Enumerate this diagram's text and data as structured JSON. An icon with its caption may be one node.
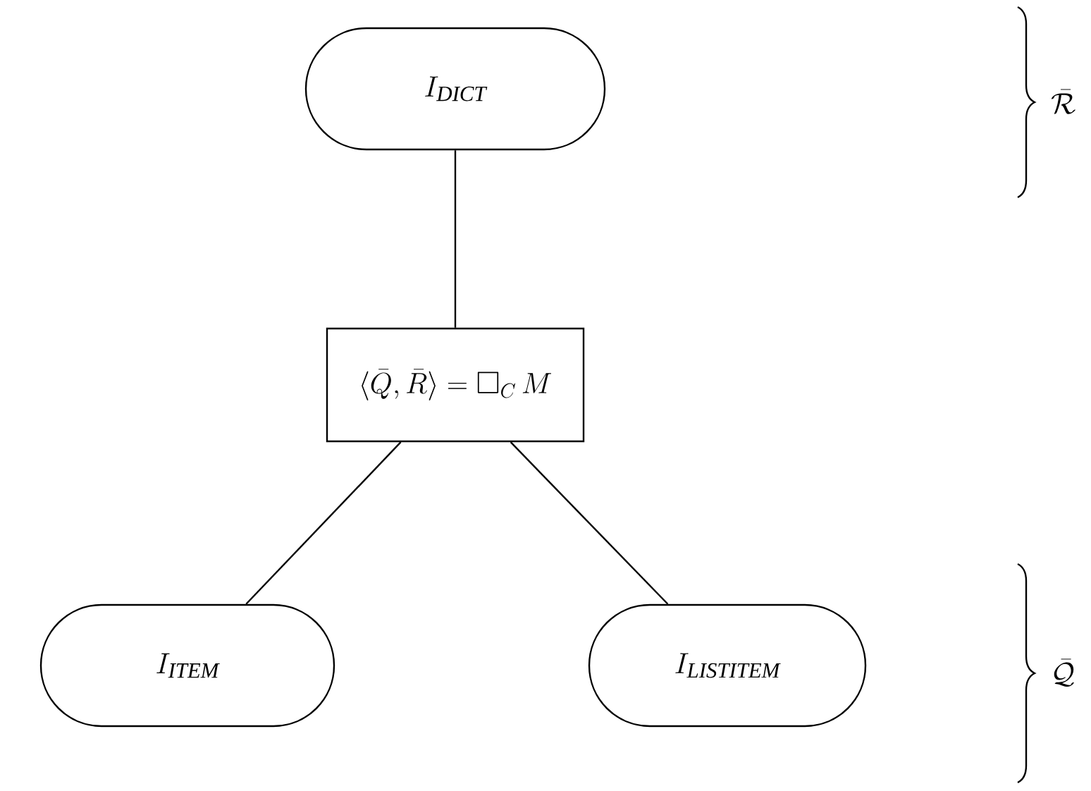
{
  "diagram": {
    "nodes": [
      {
        "text": [
          "I_{\\mathit{DICT}}"
        ]
      },
      {
        "text": [
          "\\langle\\bar{Q},\\bar{R}\\rangle=\\square_{C}\\,M"
        ]
      },
      {
        "text": [
          "I_{\\mathit{ITEM}}"
        ]
      },
      {
        "text": [
          "I_{\\mathit{LISTITEM}}"
        ]
      }
    ],
    "edges": [
      {
        "from": 0,
        "to": 1,
        "arrow": "none"
      },
      {
        "from": 1,
        "to": 2,
        "arrow": "none"
      },
      {
        "from": 1,
        "to": 3,
        "arrow": "none"
      }
    ],
    "labels": [
      "\\bar{\\mathcal{R}}",
      "\\bar{\\mathcal{Q}}"
    ]
  }
}
